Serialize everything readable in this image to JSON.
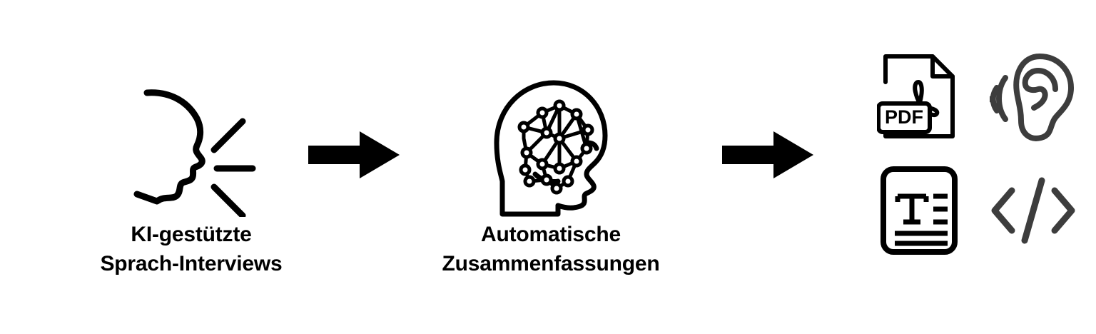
{
  "page": {
    "background_color": "#ffffff",
    "ink_color": "#000000",
    "muted_ink_color": "#3d3d3d",
    "language": "de"
  },
  "flow": {
    "stages": [
      {
        "id": "voice-interviews",
        "icon": "speaking-head-icon",
        "caption_lines": [
          "KI-gestützte",
          "Sprach-Interviews"
        ]
      },
      {
        "id": "automatic-summaries",
        "icon": "ai-brain-head-icon",
        "caption_lines": [
          "Automatische",
          "Zusammenfassungen"
        ]
      },
      {
        "id": "output-formats",
        "icon": "output-formats-grid",
        "caption_lines": []
      }
    ],
    "connectors": [
      {
        "id": "arrow-1",
        "icon": "right-arrow-icon"
      },
      {
        "id": "arrow-2",
        "icon": "right-arrow-icon"
      }
    ]
  },
  "outputs": {
    "items": [
      {
        "id": "pdf",
        "icon": "pdf-file-icon",
        "badge_label": "PDF"
      },
      {
        "id": "audio",
        "icon": "ear-listening-icon",
        "badge_label": ""
      },
      {
        "id": "text-document",
        "icon": "text-document-icon",
        "badge_label": ""
      },
      {
        "id": "code",
        "icon": "code-brackets-icon",
        "badge_label": "</>"
      }
    ]
  }
}
